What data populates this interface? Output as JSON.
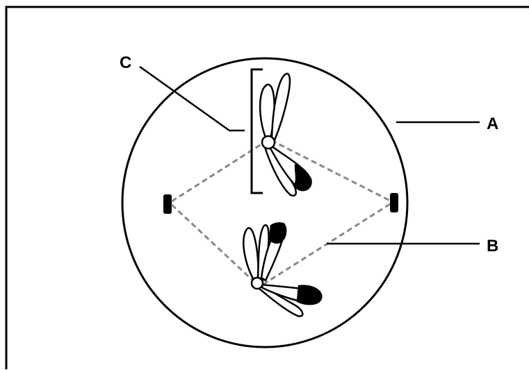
{
  "labels": {
    "a": "A",
    "b": "B",
    "c": "C"
  },
  "colors": {
    "stroke": "#000000",
    "spindle": "#888888",
    "background": "#ffffff"
  },
  "icons": [
    "cell-membrane",
    "centriole",
    "chromosome",
    "spindle-fiber"
  ]
}
